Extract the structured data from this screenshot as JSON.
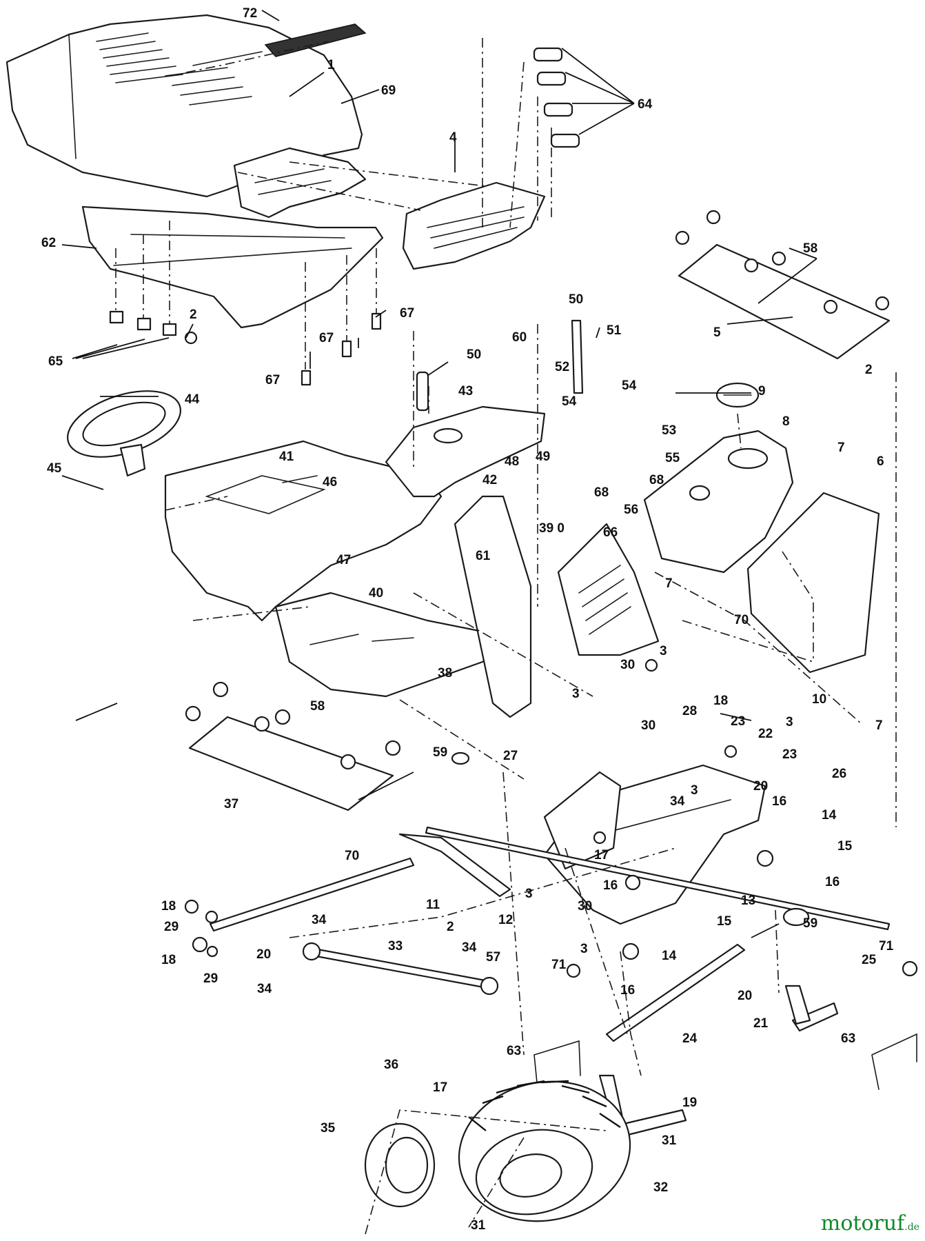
{
  "diagram": {
    "labels": [
      "72",
      "1",
      "69",
      "64",
      "4",
      "62",
      "58",
      "5",
      "2",
      "67",
      "65",
      "50",
      "51",
      "60",
      "52",
      "54",
      "9",
      "8",
      "43",
      "53",
      "55",
      "7",
      "6",
      "44",
      "45",
      "41",
      "48",
      "49",
      "42",
      "68",
      "56",
      "46",
      "39",
      "66",
      "61",
      "47",
      "40",
      "38",
      "70",
      "3",
      "30",
      "10",
      "18",
      "23",
      "22",
      "26",
      "28",
      "20",
      "16",
      "14",
      "15",
      "17",
      "13",
      "59",
      "37",
      "27",
      "34",
      "12",
      "11",
      "29",
      "33",
      "57",
      "71",
      "25",
      "24",
      "21",
      "63",
      "19",
      "36",
      "31",
      "35",
      "32"
    ]
  },
  "watermark": {
    "brand": "motoruf",
    "tld": ".de"
  }
}
